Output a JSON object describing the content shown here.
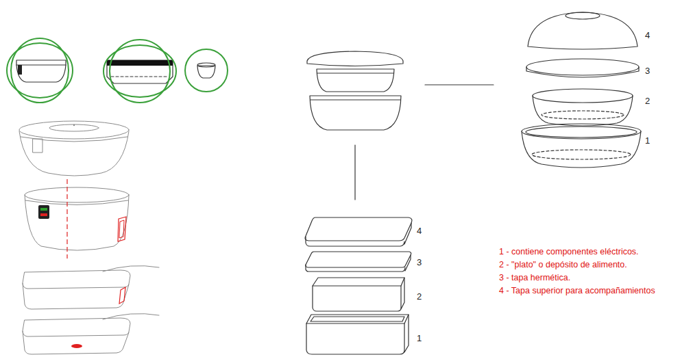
{
  "diagram": {
    "labels": [
      "4",
      "3",
      "2",
      "1",
      "4",
      "3",
      "2",
      "1",
      "1 - contiene componentes eléctricos.",
      "2 - \"plato\" o depósito de alimento.",
      "3 - tapa hermética.",
      "4 - Tapa superior para acompañamientos"
    ]
  }
}
